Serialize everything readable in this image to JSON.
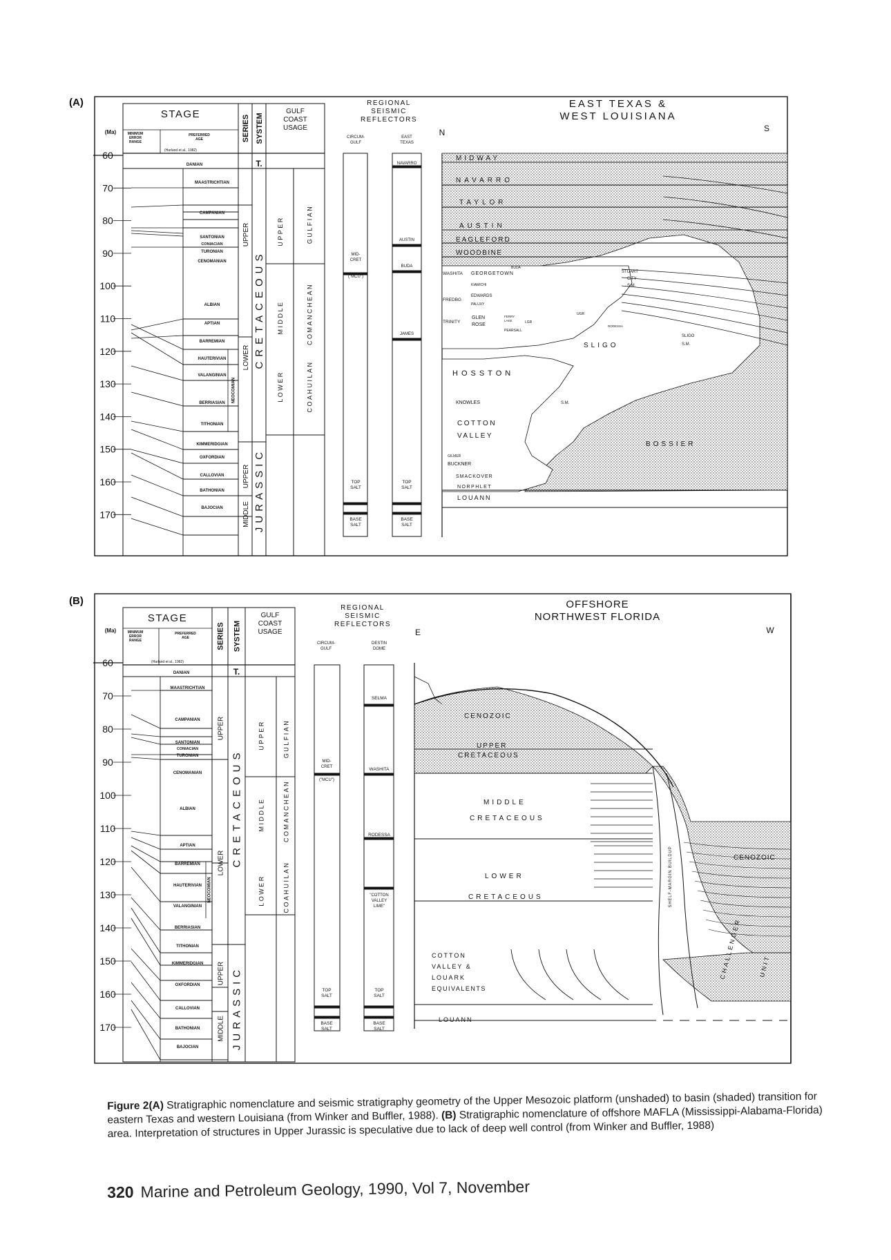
{
  "figA": {
    "label": "(A)",
    "stage_header": "STAGE",
    "ma_label": "(Ma)",
    "min_error_lines": [
      "MINIMUM",
      "ERROR",
      "RANGE"
    ],
    "pref_age_lines": [
      "PREFERRED",
      "AGE"
    ],
    "harland": "(Harland et al., 1982)",
    "series_header": "SERIES",
    "system_header": "SYSTEM",
    "gulf_lines": [
      "GULF",
      "COAST",
      "USAGE"
    ],
    "reflector_lines": [
      "REGIONAL",
      "SEISMIC",
      "REFLECTORS"
    ],
    "circum_lines": [
      "CIRCUM-",
      "GULF"
    ],
    "east_lines": [
      "EAST",
      "TEXAS"
    ],
    "region_lines": [
      "EAST TEXAS &",
      "WEST LOUISIANA"
    ],
    "north": "N",
    "south": "S",
    "ages": [
      "60",
      "70",
      "80",
      "90",
      "100",
      "110",
      "120",
      "130",
      "140",
      "150",
      "160",
      "170"
    ],
    "stages": [
      "DANIAN",
      "MAASTRICHTIAN",
      "CAMPANIAN",
      "SANTONIAN",
      "CONIACIAN",
      "TURONIAN",
      "CENOMANIAN",
      "ALBIAN",
      "APTIAN",
      "BARREMIAN",
      "HAUTERIVIAN",
      "VALANGINIAN",
      "BERRIASIAN",
      "TITHONIAN",
      "KIMMERIDGIAN",
      "OXFORDIAN",
      "CALLOVIAN",
      "BATHONIAN",
      "BAJOCIAN"
    ],
    "neocomian": "NEOCOMIAN",
    "series": [
      "UPPER",
      "LOWER",
      "UPPER",
      "MIDDLE"
    ],
    "system": [
      "T.",
      "CRETACEOUS",
      "JURASSIC"
    ],
    "gulf": [
      "UPPER",
      "GULFIAN",
      "MIDDLE",
      "COMANCHEAN",
      "LOWER",
      "COAHUILAN"
    ],
    "circum_reflectors": [
      "MID-",
      "CRET",
      "(\"MCU\")",
      "TOP",
      "SALT",
      "BASE",
      "SALT"
    ],
    "east_reflectors": [
      "NAVARRO",
      "AUSTIN",
      "BUDA",
      "JAMES",
      "TOP",
      "SALT",
      "BASE",
      "SALT"
    ],
    "units": [
      "MIDWAY",
      "NAVARRO",
      "TAYLOR",
      "AUSTIN",
      "EAGLEFORD",
      "WOODBINE",
      "WASHITA",
      "GEORGETOWN",
      "KIAMICHI",
      "FREDBG",
      "EDWARDS",
      "PALUXY",
      "TRINITY",
      "GLEN",
      "ROSE",
      "FERRY",
      "LAKE",
      "LGR",
      "UGR",
      "RODESSA",
      "PEARSALL",
      "BUDA",
      "SLIGO",
      "SLIGO",
      "S.M.",
      "STUART",
      "CITY",
      "S.M.",
      "HOSSTON",
      "KNOWLES",
      "S.M.",
      "COTTON",
      "VALLEY",
      "BOSSIER",
      "GILMER",
      "BUCKNER",
      "SMACKOVER",
      "NORPHLET",
      "LOUANN"
    ]
  },
  "figB": {
    "label": "(B)",
    "stage_header": "STAGE",
    "ma_label": "(Ma)",
    "min_error_lines": [
      "MINIMUM",
      "ERROR",
      "RANGE"
    ],
    "pref_age_lines": [
      "PREFERRED",
      "AGE"
    ],
    "harland": "(Harland et al., 1982)",
    "series_header": "SERIES",
    "system_header": "SYSTEM",
    "gulf_lines": [
      "GULF",
      "COAST",
      "USAGE"
    ],
    "reflector_lines": [
      "REGIONAL",
      "SEISMIC",
      "REFLECTORS"
    ],
    "circum_lines": [
      "CIRCUM-",
      "GULF"
    ],
    "destin_lines": [
      "DESTIN",
      "DOME"
    ],
    "region_lines": [
      "OFFSHORE",
      "NORTHWEST FLORIDA"
    ],
    "east": "E",
    "west": "W",
    "ages": [
      "60",
      "70",
      "80",
      "90",
      "100",
      "110",
      "120",
      "130",
      "140",
      "150",
      "160",
      "170"
    ],
    "stages": [
      "DANIAN",
      "MAASTRICHTIAN",
      "CAMPANIAN",
      "SANTONIAN",
      "CONIACIAN",
      "TURONIAN",
      "CENOMANIAN",
      "ALBIAN",
      "APTIAN",
      "BARREMIAN",
      "HAUTERIVIAN",
      "VALANGINIAN",
      "BERRIASIAN",
      "TITHONIAN",
      "KIMMERIDGIAN",
      "OXFORDIAN",
      "CALLOVIAN",
      "BATHONIAN",
      "BAJOCIAN"
    ],
    "neocomian": "NEOCOMIAN",
    "series": [
      "UPPER",
      "LOWER",
      "UPPER",
      "MIDDLE"
    ],
    "system": [
      "T.",
      "CRETACEOUS",
      "JURASSIC"
    ],
    "gulf": [
      "UPPER",
      "GULFIAN",
      "MIDDLE",
      "COMANCHEAN",
      "LOWER",
      "COAHUILAN"
    ],
    "circum_reflectors": [
      "MID-",
      "CRET",
      "(\"MCU\")",
      "TOP",
      "SALT",
      "BASE",
      "SALT"
    ],
    "destin_reflectors": [
      "SELMA",
      "WASHITA",
      "RODESSA",
      "\"COTTON",
      "VALLEY",
      "LIME\"",
      "TOP",
      "SALT",
      "BASE",
      "SALT"
    ],
    "units": [
      "CENOZOIC",
      "UPPER",
      "CRETACEOUS",
      "MIDDLE",
      "CRETACEOUS",
      "LOWER",
      "CRETACEOUS",
      "COTTON",
      "VALLEY &",
      "LOUARK",
      "EQUIVALENTS",
      "LOUANN",
      "CENOZOIC",
      "SHELF-MARGIN BUILDUP",
      "CHALLENGER",
      "UNIT"
    ]
  },
  "caption": {
    "lead": "Figure 2(A)",
    "text_a": " Stratigraphic nomenclature and seismic stratigraphy geometry of the Upper Mesozoic platform (unshaded) to basin (shaded) transition for eastern Texas and western Louisiana (from Winker and Buffler, 1988). ",
    "lead_b": "(B)",
    "text_b": " Stratigraphic nomenclature of offshore MAFLA (Mississippi-Alabama-Florida) area. Interpretation of structures in Upper Jurassic is speculative due to lack of deep well control (from Winker and Buffler, 1988)"
  },
  "footer": {
    "page": "320",
    "journal": "Marine and Petroleum Geology, 1990, Vol 7, November"
  }
}
